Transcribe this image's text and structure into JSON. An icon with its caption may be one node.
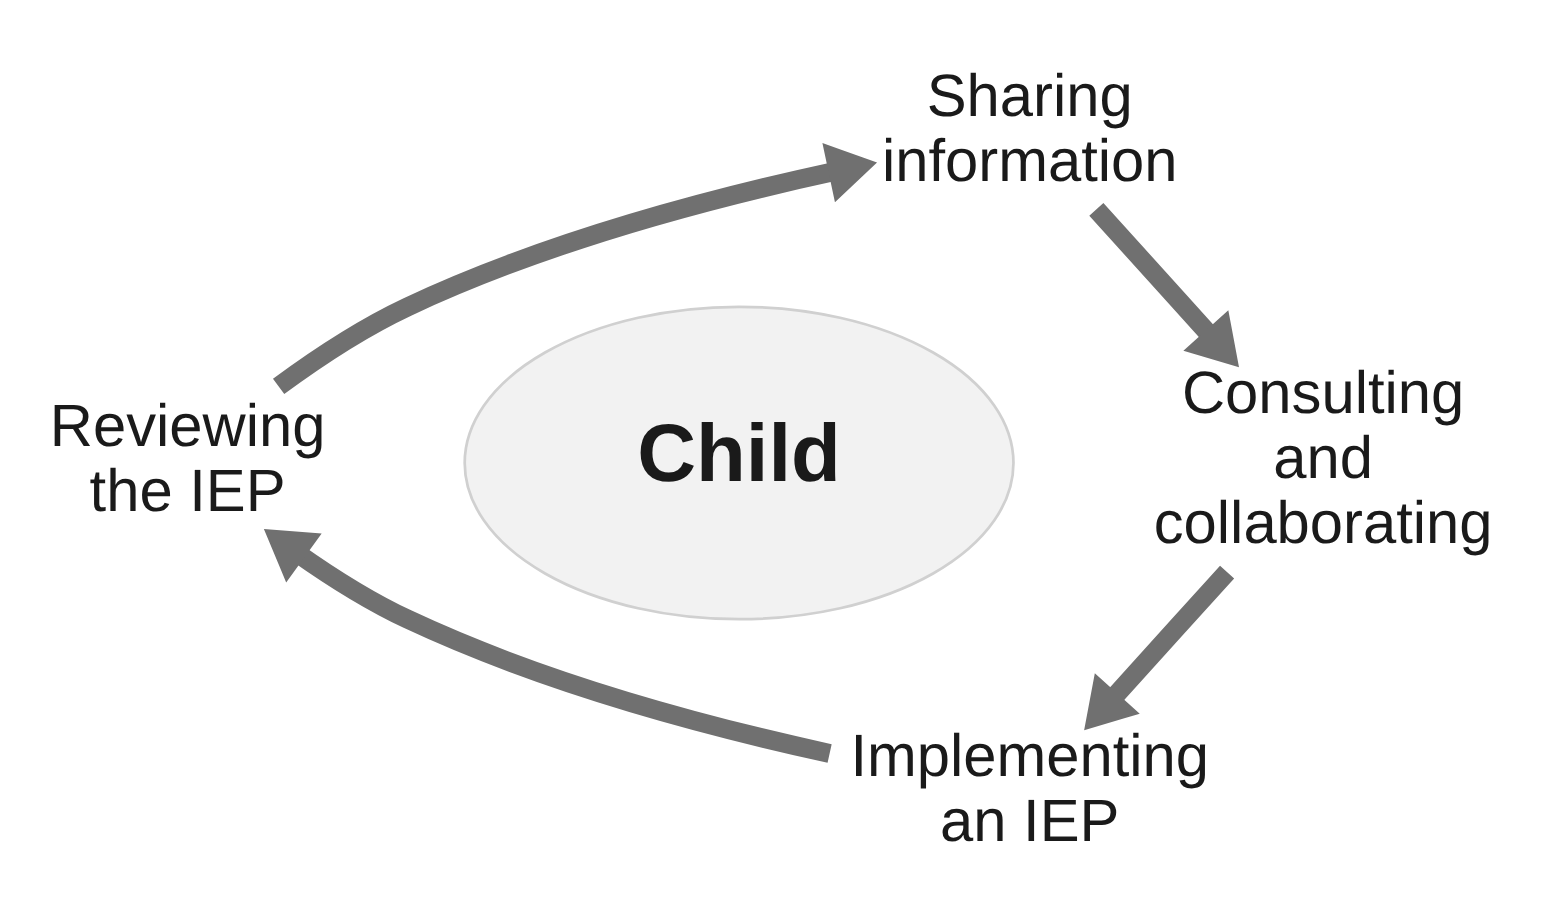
{
  "diagram": {
    "nodes": [
      {
        "text": [
          "Child"
        ]
      },
      {
        "text": [
          "Sharing information"
        ]
      },
      {
        "text": [
          "Consulting and collaborating"
        ]
      },
      {
        "text": [
          "Implementing an IEP"
        ]
      },
      {
        "text": [
          "Reviewing the IEP"
        ]
      }
    ],
    "edges": [
      {
        "from": 1,
        "to": 2,
        "arrow": "to"
      },
      {
        "from": 2,
        "to": 3,
        "arrow": "to"
      },
      {
        "from": 3,
        "to": 4,
        "arrow": "to"
      },
      {
        "from": 4,
        "to": 1,
        "arrow": "to"
      }
    ]
  }
}
